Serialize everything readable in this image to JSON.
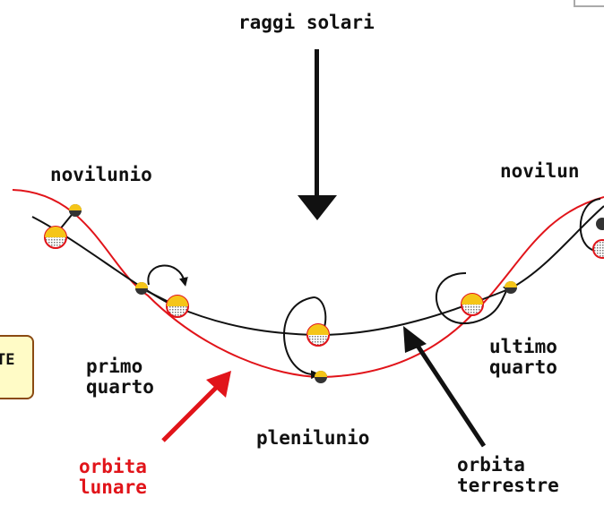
{
  "title": "raggi solari",
  "labels": {
    "new_moon_left": "novilunio",
    "new_moon_right": "novilun",
    "first_quarter_1": "primo",
    "first_quarter_2": "quarto",
    "last_quarter_1": "ultimo",
    "last_quarter_2": "quarto",
    "full_moon": "plenilunio",
    "lunar_orbit_1": "orbita",
    "lunar_orbit_2": "lunare",
    "earth_orbit_1": "orbita",
    "earth_orbit_2": "terrestre"
  },
  "badge_text": "TE",
  "colors": {
    "lunar_orbit": "#e1141a",
    "earth_orbit": "#111111",
    "moon_lit": "#f5c518",
    "moon_dark_fill": "#e8e8e8",
    "badge_bg": "#fffbc6",
    "badge_border": "#8a4a12"
  }
}
